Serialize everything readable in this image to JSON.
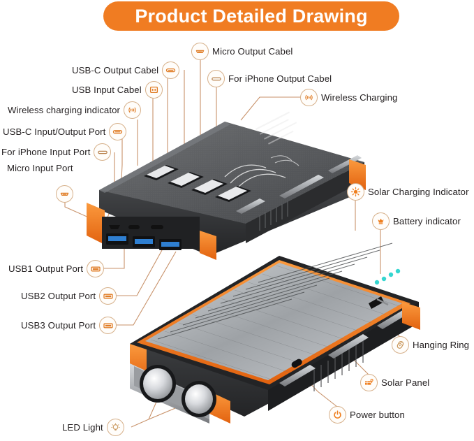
{
  "header": {
    "title": "Product Detailed Drawing",
    "banner_color": "#F07C22"
  },
  "theme": {
    "accent": "#F07C22",
    "icon_ring": "#d6b08a",
    "leader_line": "#c8926a",
    "text": "#231f20",
    "background": "#ffffff",
    "body_dark": "#3a3a3c",
    "body_gray": "#8e9093",
    "led_indicator": "#35d6d0"
  },
  "callouts": {
    "left": [
      {
        "id": "usb-c-output-cabel",
        "label": "USB-C  Output Cabel",
        "icon": "usb-c-icon"
      },
      {
        "id": "usb-input-cabel",
        "label": "USB  Input Cabel",
        "icon": "usb-a-square-icon"
      },
      {
        "id": "wireless-charging-indicator",
        "label": "Wireless charging indicator",
        "icon": "wireless-waves-icon"
      },
      {
        "id": "usb-c-input-output-port",
        "label": "USB-C  Input/Output Port",
        "icon": "usb-c-icon"
      },
      {
        "id": "for-iphone-input-port",
        "label": "For iPhone  Input Port",
        "icon": "lightning-port-icon"
      },
      {
        "id": "micro-input-port",
        "label": "Micro  Input Port",
        "icon": "micro-usb-icon"
      },
      {
        "id": "usb1-output-port",
        "label": "USB1 Output Port",
        "icon": "usb-a-port-icon"
      },
      {
        "id": "usb2-output-port",
        "label": "USB2 Output Port",
        "icon": "usb-a-port-icon"
      },
      {
        "id": "usb3-output-port",
        "label": "USB3 Output Port",
        "icon": "usb-a-port-icon"
      },
      {
        "id": "led-light",
        "label": "LED Light",
        "icon": "bulb-icon"
      }
    ],
    "top": [
      {
        "id": "micro-output-cabel",
        "label": "Micro Output Cabel",
        "icon": "micro-usb-icon"
      },
      {
        "id": "for-iphone-output-cabel",
        "label": "For iPhone Output Cabel",
        "icon": "lightning-port-icon"
      },
      {
        "id": "wireless-charging",
        "label": "Wireless Charging",
        "icon": "wireless-waves-icon"
      }
    ],
    "right": [
      {
        "id": "solar-charging-indicator",
        "label": "Solar Charging Indicator",
        "icon": "sun-icon"
      },
      {
        "id": "battery-indicator",
        "label": "Battery indicator",
        "icon": "battery-crown-icon"
      },
      {
        "id": "hanging-ring",
        "label": "Hanging Ring",
        "icon": "carabiner-icon"
      },
      {
        "id": "solar-panel",
        "label": "Solar Panel",
        "icon": "solar-panel-icon"
      },
      {
        "id": "power-button",
        "label": "Power button",
        "icon": "power-icon"
      }
    ]
  }
}
